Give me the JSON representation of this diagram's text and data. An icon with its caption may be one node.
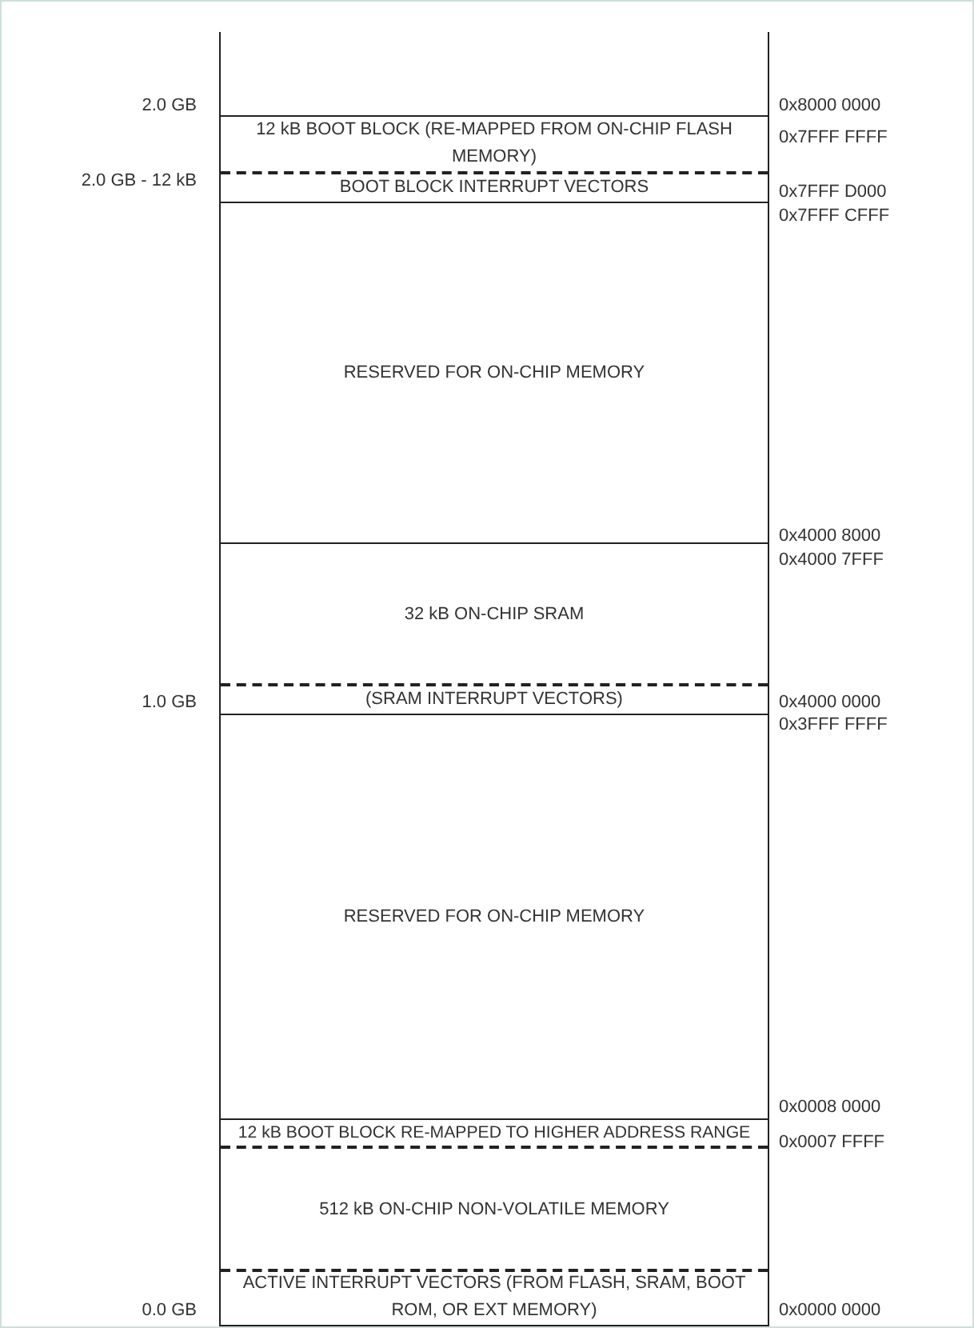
{
  "diagram": {
    "nodes": [
      {
        "text": [
          "12 kB BOOT BLOCK (RE-MAPPED FROM ON-CHIP FLASH MEMORY)"
        ]
      },
      {
        "text": [
          "BOOT BLOCK INTERRUPT VECTORS"
        ]
      },
      {
        "text": [
          "RESERVED FOR ON-CHIP MEMORY"
        ]
      },
      {
        "text": [
          "32 kB ON-CHIP SRAM"
        ]
      },
      {
        "text": [
          "(SRAM INTERRUPT VECTORS)"
        ]
      },
      {
        "text": [
          "RESERVED FOR ON-CHIP MEMORY"
        ]
      },
      {
        "text": [
          "12 kB BOOT BLOCK RE-MAPPED TO HIGHER ADDRESS RANGE"
        ]
      },
      {
        "text": [
          "512 kB ON-CHIP NON-VOLATILE MEMORY"
        ]
      },
      {
        "text": [
          "ACTIVE INTERRUPT VECTORS (FROM FLASH, SRAM, BOOT ROM, OR EXT MEMORY)"
        ]
      }
    ],
    "edges": [],
    "labels": [
      "2.0 GB",
      "0x8000 0000",
      "0x7FFF FFFF",
      "2.0 GB - 12 kB",
      "0x7FFF D000",
      "0x7FFF CFFF",
      "0x4000 8000",
      "0x4000 7FFF",
      "1.0 GB",
      "0x4000 0000",
      "0x3FFF FFFF",
      "0x0008 0000",
      "0x0007 FFFF",
      "0.0 GB",
      "0x0000 0000"
    ]
  }
}
